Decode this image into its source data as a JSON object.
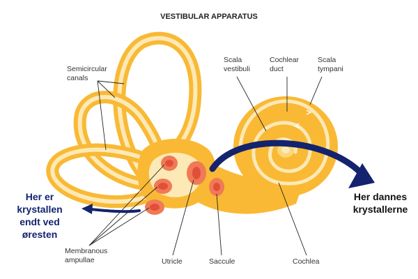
{
  "title": "VESTIBULAR APPARATUS",
  "labels": {
    "semicircular": [
      "Semicircular",
      "canals"
    ],
    "membranous": [
      "Membranous",
      "ampullae"
    ],
    "utricle": "Utricle",
    "saccule": "Saccule",
    "cochlea": "Cochlea",
    "scala_vestibuli": [
      "Scala",
      "vestibuli"
    ],
    "cochlear_duct": [
      "Cochlear",
      "duct"
    ],
    "scala_tympani": [
      "Scala",
      "tympani"
    ]
  },
  "annotations": {
    "left": [
      "Her er",
      "krystallen",
      "endt ved",
      "øresten"
    ],
    "right": [
      "Her dannes",
      "krystallerne"
    ]
  },
  "colors": {
    "outer": "#f9b935",
    "mid": "#fcd77a",
    "inner": "#fde9b6",
    "spot_outer": "#f07a56",
    "spot_inner": "#e14f3a",
    "arrow": "#13236e",
    "annotation_text": "#13236e"
  }
}
